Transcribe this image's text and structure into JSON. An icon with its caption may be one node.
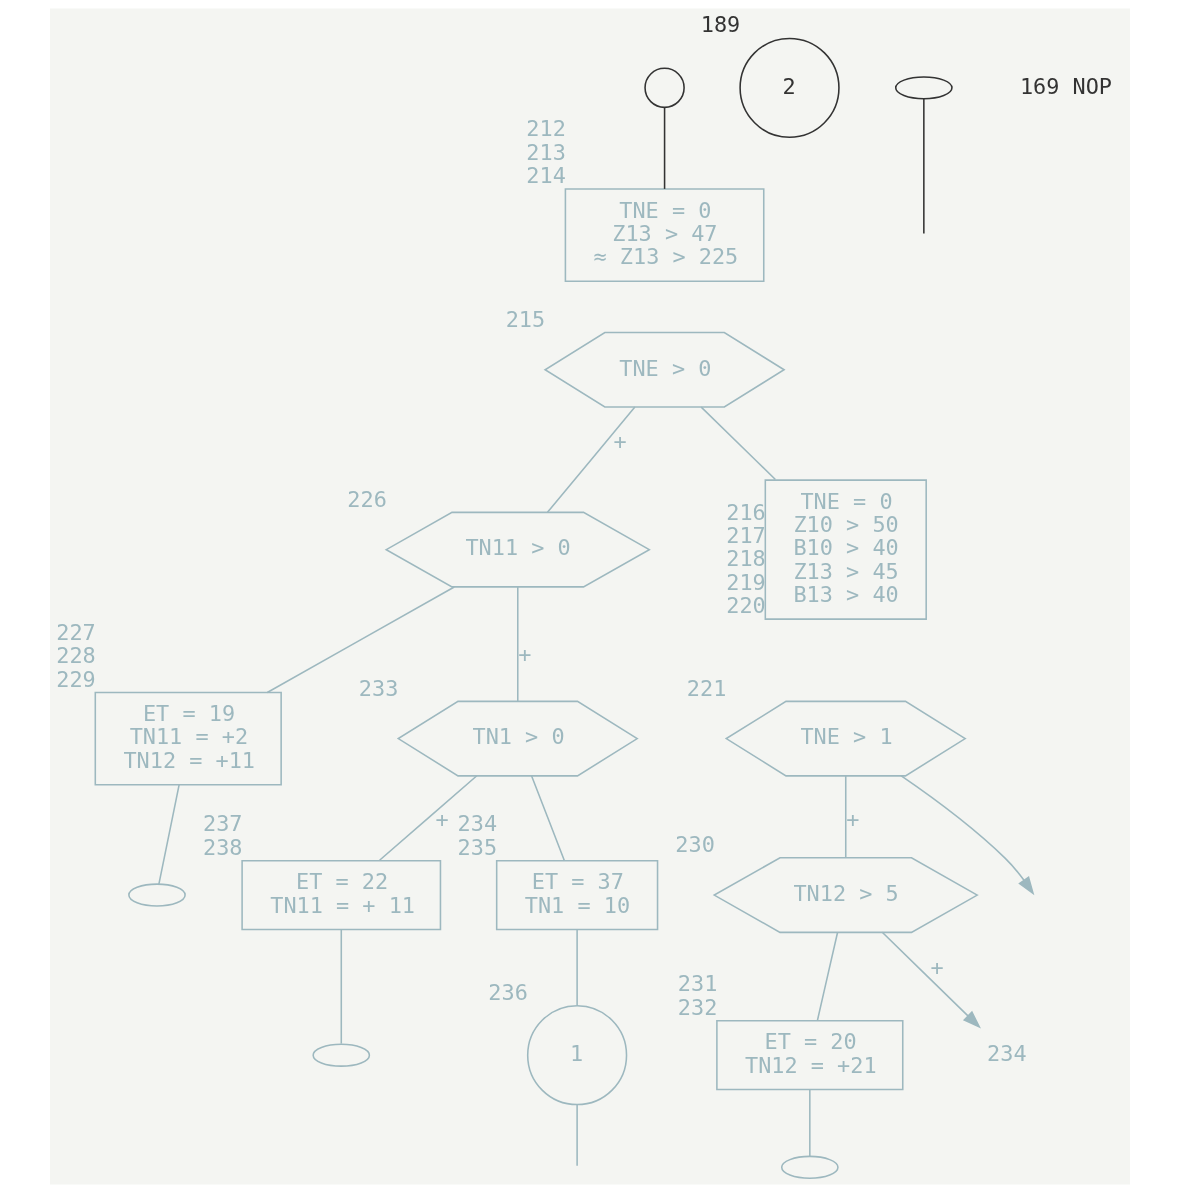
{
  "diagram": {
    "nodes": [
      {
        "text": [],
        "shape": "circle"
      },
      {
        "text": [
          "TNE = 0",
          "Z13 > 47",
          "≈ Z13 > 225"
        ],
        "beside": [
          "212",
          "213",
          "214"
        ]
      },
      {
        "text": [
          "TNE > 0"
        ],
        "beside": [
          "215"
        ]
      },
      {
        "text": [
          "TN11 > 0"
        ],
        "beside": [
          "226"
        ]
      },
      {
        "text": [
          "ET = 19",
          "TN11 = +2",
          "TN12 = +11"
        ],
        "beside": [
          "227",
          "228",
          "229"
        ]
      },
      {
        "text": [],
        "shape": "arc"
      },
      {
        "text": [
          "TN1 > 0"
        ],
        "beside": [
          "233"
        ]
      },
      {
        "text": [
          "ET = 22",
          "TN11 = + 11"
        ],
        "beside": [
          "237",
          "238"
        ]
      },
      {
        "text": [],
        "shape": "arc"
      },
      {
        "text": [
          "ET = 37",
          "TN1 = 10"
        ],
        "beside": [
          "234",
          "235"
        ]
      },
      {
        "text": [
          "1"
        ],
        "beside": [
          "236"
        ]
      },
      {
        "text": [
          "TNE = 0",
          "Z10 > 50",
          "B10 > 40",
          "Z13 > 45",
          "B13 > 40"
        ],
        "beside": [
          "216",
          "217",
          "218",
          "219",
          "220"
        ]
      },
      {
        "text": [
          "TNE > 1"
        ],
        "beside": [
          "221"
        ]
      },
      {
        "text": [
          "TN12 > 5"
        ],
        "beside": [
          "230"
        ]
      },
      {
        "text": [
          "ET = 20",
          "TN12 = +21"
        ],
        "beside": [
          "231",
          "232"
        ]
      },
      {
        "text": [],
        "shape": "arc"
      },
      {
        "text": [
          "2"
        ],
        "beside": [
          "189"
        ]
      },
      {
        "text": [],
        "shape": "arc"
      },
      {
        "text": [
          "234"
        ]
      }
    ],
    "edges": [
      {
        "from": 0,
        "to": 1,
        "arrow": "none",
        "color": "#333333"
      },
      {
        "from": 2,
        "to": 3,
        "arrow": "none",
        "label": "+"
      },
      {
        "from": 2,
        "to": 11,
        "arrow": "none"
      },
      {
        "from": 3,
        "to": 6,
        "arrow": "none",
        "label": "+"
      },
      {
        "from": 3,
        "to": 4,
        "arrow": "none"
      },
      {
        "from": 4,
        "to": 5,
        "arrow": "none"
      },
      {
        "from": 6,
        "to": 7,
        "arrow": "none",
        "label": "+"
      },
      {
        "from": 6,
        "to": 9,
        "arrow": "none"
      },
      {
        "from": 7,
        "to": 8,
        "arrow": "none"
      },
      {
        "from": 9,
        "to": 10,
        "arrow": "none"
      },
      {
        "from": 10,
        "to": null,
        "arrow": "none"
      },
      {
        "from": 12,
        "to": 13,
        "arrow": "none",
        "label": "+"
      },
      {
        "from": 12,
        "to": null,
        "arrow": "to"
      },
      {
        "from": 13,
        "to": 18,
        "arrow": "to",
        "label": "+"
      },
      {
        "from": 13,
        "to": 14,
        "arrow": "none"
      },
      {
        "from": 14,
        "to": 15,
        "arrow": "none"
      },
      {
        "from": 17,
        "to": null,
        "arrow": "none",
        "color": "#333333"
      }
    ],
    "labels": [
      "169 NOP"
    ]
  }
}
